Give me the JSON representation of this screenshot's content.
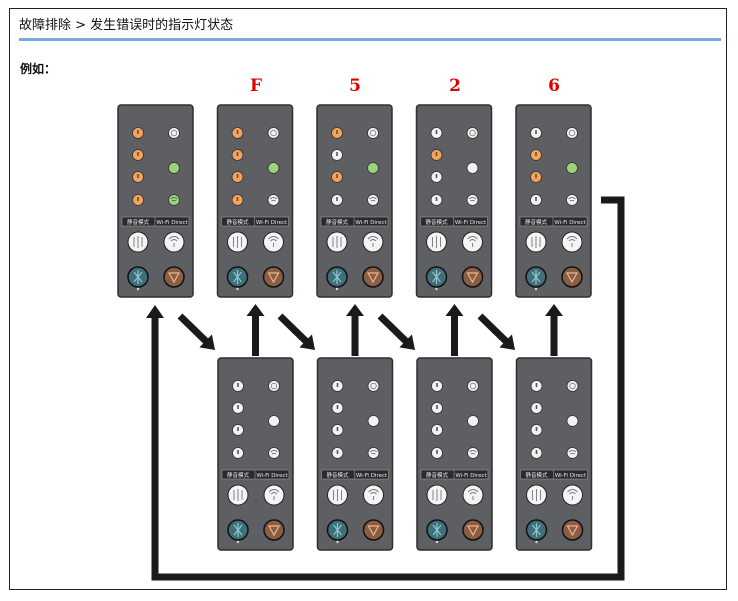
{
  "header": {
    "breadcrumb": "故障排除 > 发生错误时的指示灯状态"
  },
  "section": {
    "example_label": "例如："
  },
  "codes": [
    "F",
    "5",
    "2",
    "6"
  ],
  "panel": {
    "label_quiet": "静音模式",
    "label_wifi": "Wi-Fi Direct"
  },
  "colors": {
    "orange": "#f5a35a",
    "green": "#9bd27a",
    "off": "#f2f2f2",
    "panel": "#5d5f62",
    "arrow": "#1a1a1a",
    "code": "#e00000"
  },
  "panels_top": [
    {
      "left": [
        "orange",
        "orange",
        "orange",
        "orange"
      ],
      "right_top": "off",
      "right_mid": "green",
      "right_bot": "green"
    },
    {
      "left": [
        "orange",
        "orange",
        "orange",
        "orange"
      ],
      "right_top": "off",
      "right_mid": "green",
      "right_bot": "off"
    },
    {
      "left": [
        "orange",
        "off",
        "orange",
        "off"
      ],
      "right_top": "off",
      "right_mid": "green",
      "right_bot": "off"
    },
    {
      "left": [
        "off",
        "orange",
        "off",
        "off"
      ],
      "right_top": "off",
      "right_mid": "off",
      "right_bot": "off"
    },
    {
      "left": [
        "off",
        "orange",
        "orange",
        "off"
      ],
      "right_top": "off",
      "right_mid": "green",
      "right_bot": "off"
    }
  ],
  "panels_bottom": [
    {
      "left": [
        "off",
        "off",
        "off",
        "off"
      ],
      "right_top": "off",
      "right_mid": "off",
      "right_bot": "off"
    },
    {
      "left": [
        "off",
        "off",
        "off",
        "off"
      ],
      "right_top": "off",
      "right_mid": "off",
      "right_bot": "off"
    },
    {
      "left": [
        "off",
        "off",
        "off",
        "off"
      ],
      "right_top": "off",
      "right_mid": "off",
      "right_bot": "off"
    },
    {
      "left": [
        "off",
        "off",
        "off",
        "off"
      ],
      "right_top": "off",
      "right_mid": "off",
      "right_bot": "off"
    }
  ]
}
